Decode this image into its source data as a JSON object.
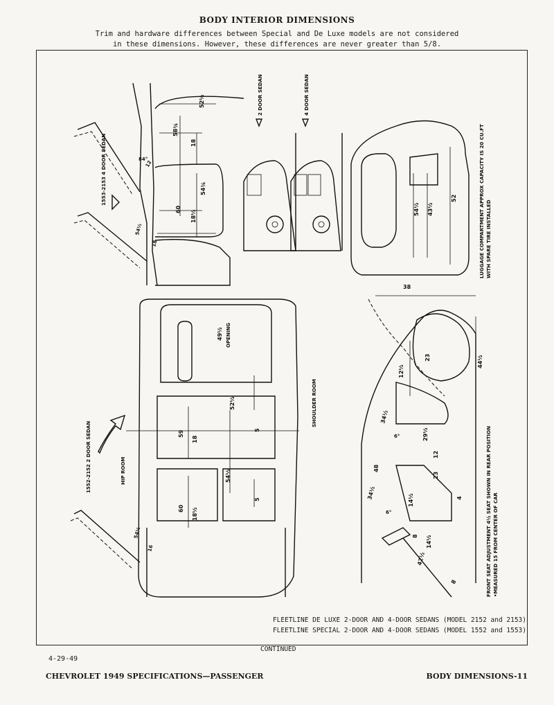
{
  "page": {
    "title": "BODY INTERIOR DIMENSIONS",
    "subtitle_line1": "Trim and hardware differences between Special and De Luxe models are not considered",
    "subtitle_line2": "in these dimensions.  However, these differences are never greater than 5/8."
  },
  "diagram_labels": {
    "four_door_sedan_side": "1553-2153 4 DOOR SEDAN",
    "two_door_sedan_plan": "1552-2152 2 DOOR SEDAN",
    "two_door_sedan_arrow": "2 DOOR SEDAN",
    "four_door_sedan_arrow": "4 DOOR SEDAN",
    "hip_room": "HIP ROOM",
    "shoulder_room": "SHOULDER ROOM",
    "opening": "OPENING",
    "luggage_note_1": "LUGGAGE COMPARTMENT APPROX CAPACITY IS 20 CU.FT",
    "luggage_note_2": "WITH SPARE TIRE INSTALLED",
    "seat_note_1": "FRONT SEAT ADJUSTMENT 4½ SEAT SHOWN IN REAR POSITION",
    "seat_note_2": "•MEASURED 15 FROM CENTER OF CAR"
  },
  "dimensions": {
    "top_side": [
      "52½",
      "58¾",
      "18",
      "54¾",
      "60",
      "18½",
      "84°",
      "12",
      "54½",
      "18"
    ],
    "trunk": [
      "54½",
      "43½",
      "52"
    ],
    "plan": [
      "49½",
      "52½",
      "59",
      "18",
      "5",
      "54½",
      "60",
      "18½",
      "5",
      "54½",
      "16"
    ],
    "section": [
      "38",
      "23",
      "44½",
      "12½",
      "34½",
      "6°",
      "29½",
      "12",
      "48",
      "23",
      "34½",
      "14½",
      "6°",
      "4",
      "8",
      "14½",
      "42½",
      "8"
    ]
  },
  "models": {
    "line1": "FLEETLINE DE LUXE 2-DOOR AND 4-DOOR SEDANS (MODEL 2152 and 2153)",
    "line2": "FLEETLINE SPECIAL 2-DOOR AND 4-DOOR SEDANS (MODEL 1552 and 1553)"
  },
  "footer": {
    "continued": "CONTINUED",
    "date": "4-29-49",
    "left": "CHEVROLET 1949 SPECIFICATIONS—PASSENGER",
    "right": "BODY DIMENSIONS-11"
  }
}
